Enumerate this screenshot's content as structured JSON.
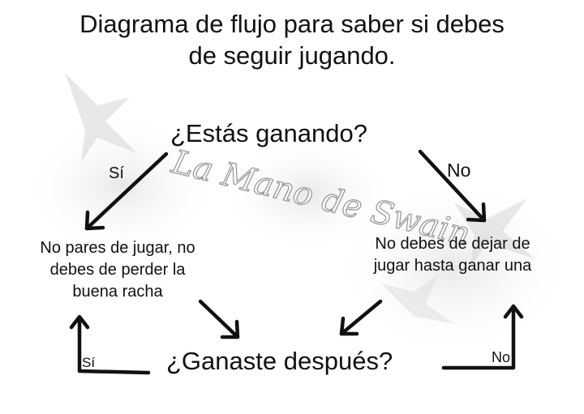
{
  "title": {
    "line1": "Diagrama de flujo para saber si debes",
    "line2": "de seguir jugando."
  },
  "question_main": "¿Estás ganando?",
  "question_after": "¿Ganaste después?",
  "labels": {
    "yes_top": "Sí",
    "no_top": "No",
    "yes_bottom": "Sí",
    "no_bottom": "No"
  },
  "outcome_yes": {
    "line1": "No pares de jugar, no",
    "line2": "debes de perder la",
    "line3": "buena racha"
  },
  "outcome_no": {
    "line1": "No debes de dejar de",
    "line2": "jugar hasta ganar una"
  },
  "watermark": "La Mano de Swain",
  "colors": {
    "text": "#111111",
    "arrows": "#111111",
    "background": "#ffffff"
  }
}
